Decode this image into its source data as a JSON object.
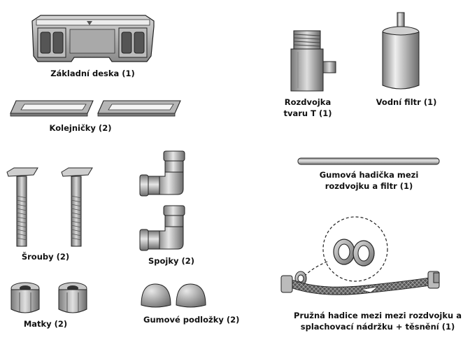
{
  "parts": {
    "base_plate": "Základní deska (1)",
    "rails": "Kolejničky (2)",
    "screws": "Šrouby (2)",
    "couplings": "Spojky (2)",
    "nuts": "Matky (2)",
    "rubber_pads": "Gumové podložky (2)",
    "t_splitter_line1": "Rozdvojka",
    "t_splitter_line2": "tvaru T (1)",
    "water_filter": "Vodní filtr (1)",
    "rubber_tube_line1": "Gumová hadička mezi",
    "rubber_tube_line2": "rozdvojku a filtr (1)",
    "flex_hose_line1": "Pružná hadice mezi mezi rozdvojku a",
    "flex_hose_line2": "splachovací nádržku + těsnění (1)"
  }
}
